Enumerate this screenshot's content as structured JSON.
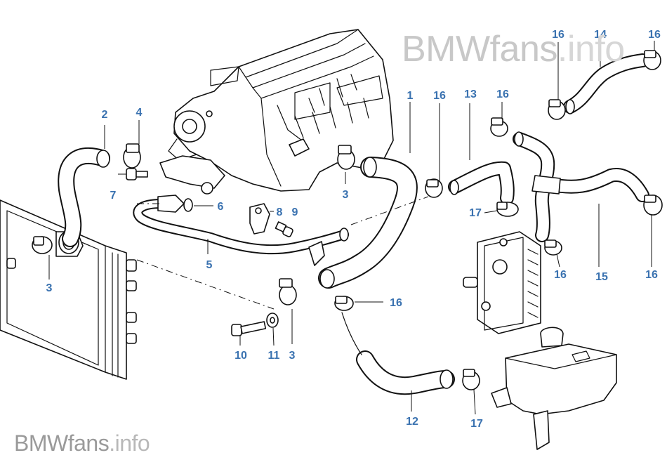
{
  "watermark": {
    "brand": "BMWfans",
    "suffix": ".info"
  },
  "callouts": [
    {
      "id": "c-1",
      "text": "1"
    },
    {
      "id": "c-2",
      "text": "2"
    },
    {
      "id": "c-3a",
      "text": "3"
    },
    {
      "id": "c-3b",
      "text": "3"
    },
    {
      "id": "c-3c",
      "text": "3"
    },
    {
      "id": "c-4",
      "text": "4"
    },
    {
      "id": "c-5",
      "text": "5"
    },
    {
      "id": "c-6",
      "text": "6"
    },
    {
      "id": "c-7",
      "text": "7"
    },
    {
      "id": "c-8",
      "text": "8"
    },
    {
      "id": "c-9",
      "text": "9"
    },
    {
      "id": "c-10",
      "text": "10"
    },
    {
      "id": "c-11",
      "text": "11"
    },
    {
      "id": "c-12",
      "text": "12"
    },
    {
      "id": "c-13",
      "text": "13"
    },
    {
      "id": "c-14",
      "text": "14"
    },
    {
      "id": "c-15",
      "text": "15"
    },
    {
      "id": "c-16a",
      "text": "16"
    },
    {
      "id": "c-16b",
      "text": "16"
    },
    {
      "id": "c-16c",
      "text": "16"
    },
    {
      "id": "c-16d",
      "text": "16"
    },
    {
      "id": "c-16e",
      "text": "16"
    },
    {
      "id": "c-16f",
      "text": "16"
    },
    {
      "id": "c-16g",
      "text": "16"
    },
    {
      "id": "c-17a",
      "text": "17"
    },
    {
      "id": "c-17b",
      "text": "17"
    }
  ],
  "colors": {
    "callout": "#3a72b0",
    "line": "#111111",
    "watermark": "#c8c8c8"
  }
}
